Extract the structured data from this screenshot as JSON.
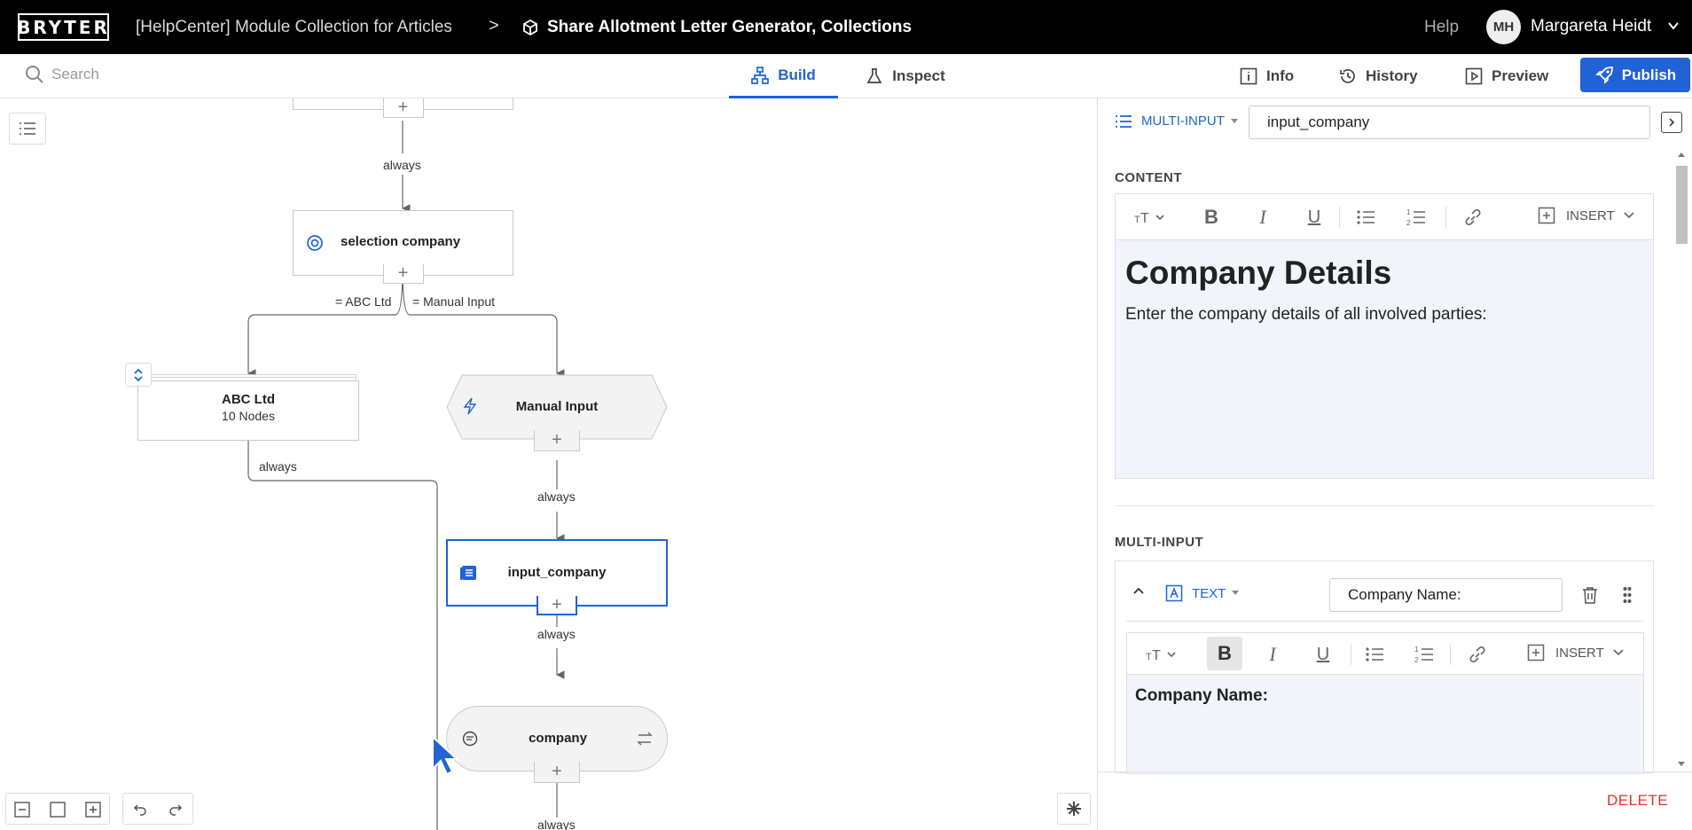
{
  "header": {
    "logo": "BRYTER",
    "breadcrumb_module": "[HelpCenter] Module Collection for Articles",
    "breadcrumb_sep": ">",
    "breadcrumb_current": "Share Allotment Letter Generator, Collections",
    "help": "Help",
    "user_initials": "MH",
    "user_name": "Margareta Heidt"
  },
  "toolbar": {
    "search_placeholder": "Search",
    "tabs": [
      {
        "label": "Build",
        "active": true
      },
      {
        "label": "Inspect",
        "active": false
      }
    ],
    "info": "Info",
    "history": "History",
    "preview": "Preview",
    "publish": "Publish"
  },
  "canvas": {
    "nodes": [
      {
        "label": "selection company"
      },
      {
        "label": "ABC Ltd",
        "sub": "10 Nodes"
      },
      {
        "label": "Manual Input"
      },
      {
        "label": "input_company"
      },
      {
        "label": "company"
      }
    ],
    "edges": {
      "always": "always",
      "abc": "= ABC Ltd",
      "manual": "= Manual Input"
    },
    "plus": "+"
  },
  "panel": {
    "node_type": "MULTI-INPUT",
    "node_name": "input_company",
    "content_title": "CONTENT",
    "insert": "INSERT",
    "content_heading": "Company Details",
    "content_body": "Enter the company details of all involved parties:",
    "multi_title": "MULTI-INPUT",
    "field_type": "TEXT",
    "field_label_value": "Company Name:",
    "field_content": "Company Name:",
    "delete": "DELETE"
  },
  "colors": {
    "accent": "#1f63d6",
    "topbar": "#000000",
    "delete": "#d9342b"
  }
}
